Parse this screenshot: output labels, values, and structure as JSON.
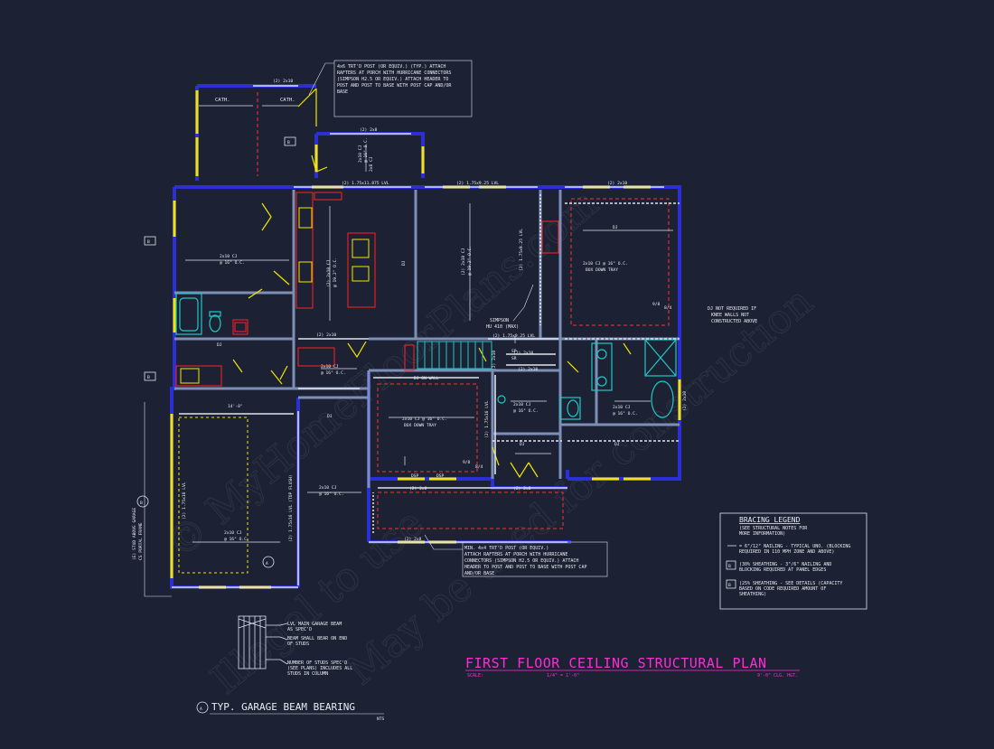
{
  "watermark": {
    "line1": "© MyHomeFloorPlans.com",
    "line2": "Illegal to use",
    "line3": "May be used for construction"
  },
  "title": {
    "main": "FIRST FLOOR CEILING STRUCTURAL PLAN",
    "scale_label": "SCALE:",
    "scale_value": "1/4\" = 1'-0\"",
    "ceiling_height": "9'-0\" CLG. HGT."
  },
  "legend": {
    "title": "BRACING LEGEND",
    "subtitle": [
      "(SEE STRUCTURAL NOTES FOR",
      "MORE INFORMATION)"
    ],
    "items": [
      {
        "marker": "",
        "lines": [
          "= 6\"/12\" NAILING - TYPICAL UNO. (BLOCKING",
          "REQUIRED IN 110 MPH ZONE AND ABOVE)"
        ]
      },
      {
        "marker": "B",
        "lines": [
          "(30% SHEATHING - 3\"/6\" NAILING AND",
          "BLOCKING REQUIRED AT PANEL EDGES"
        ]
      },
      {
        "marker": "B",
        "lines": [
          "(25% SHEATHING - SEE DETAILS (CAPACITY",
          "BASED ON CODE REQUIRED AMOUNT OF",
          "SHEATHING)"
        ]
      }
    ]
  },
  "detail": {
    "marker": "A",
    "title": "TYP. GARAGE BEAM BEARING",
    "scale": "NTS",
    "notes": [
      [
        "LVL MAIN GARAGE BEAM",
        "AS SPEC'D"
      ],
      [
        "BEAM SHALL BEAR ON END",
        "OF STUDS"
      ],
      [
        "NUMBER OF STUDS SPEC'D",
        "(SEE PLANS) INCLUDES ALL",
        "STUDS IN COLUMN"
      ]
    ]
  },
  "callouts": {
    "top_post": [
      "4x6 TRT'D POST (OR EQUIV.) (TYP.) ATTACH",
      "RAFTERS AT PORCH WITH HURRICANE CONNECTORS",
      "(SIMPSON H2.5 OR EQUIV.) ATTACH HEADER TO",
      "POST AND POST TO BASE WITH POST CAP AND/OR",
      "BASE"
    ],
    "bottom_post": [
      "MIN. 4x4 TRT'D POST (OR EQUIV.)",
      "ATTACH RAFTERS AT PORCH WITH HURRICANE",
      "CONNECTORS (SIMPSON H2.5 OR EQUIV.) ATTACH",
      "HEADER TO POST AND POST TO BASE WITH POST CAP",
      "AND/OR BASE"
    ],
    "dj_note": [
      "DJ NOT REQUIRED IF",
      "KNEE WALLS NOT",
      "CONSTRUCTED ABOVE"
    ],
    "simpson": [
      "SIMPSON",
      "HU 410 (MAX)"
    ],
    "portal": [
      "(E) STUD ABOVE GARAGE",
      "CS PORTAL FRAME"
    ]
  },
  "plan_labels": {
    "cath1": "CATH.",
    "cath2": "CATH.",
    "porch_top_hdr": "(2) 2x10",
    "porch_hdr": "(2) 2x8",
    "porch_cj": "2x8 CJ",
    "beam_lvl_1": "(2) 1.75x11.875 LVL",
    "beam_lvl_2": "(2) 1.75x9.25 LVL",
    "beam_lvl_3": "(2) 1.75x9.25 LVL",
    "beam_lvl_4": "(2) 1.75x9.25 LVL",
    "hdr_2x10_a": "(2) 2x10",
    "hdr_2x10_b": "(2) 2x10",
    "hdr_2x10_c": "(2) 2x10",
    "hdr_2x10_d": "(2) 2x10",
    "hdr_2x10_e": "(2) 2x10",
    "hdr_2x8_a": "(2) 2x8",
    "hdr_2x8_b": "(2) 2x8",
    "hdr_2x8_c": "(2) 2x8",
    "cj_1a": "2x10 CJ",
    "cj_1b": "@ 16\" O.C.",
    "cj_2a": "(2) 2x10 CJ",
    "cj_2b": "@ 19.2\" O.C.",
    "cj_3a": "(2) 2x10 CJ",
    "cj_3b": "@ 19.2\" O.C.",
    "cj_4a": "2x10 CJ @ 16\" O.C.",
    "cj_4b": "BOX DOWN TRAY",
    "cj_5a": "2x10 CJ @ 16\" O.C.",
    "cj_5b": "BOX DOWN TRAY",
    "cj_6a": "2x10 CJ",
    "cj_6b": "@ 16\" O.C.",
    "cj_7a": "2x10 CJ",
    "cj_7b": "@ 16\" O.C.",
    "cj_8a": "2x10 CJ",
    "cj_8b": "@ 16\" O.C.",
    "cj_9a": "2x10 CJ",
    "cj_9b": "@ 16\" O.C.",
    "cj_10a": "2x10 CJ",
    "cj_10b": "@ 16\" O.C.",
    "cj_11a": "2x10 CJ",
    "cj_11b": "@ 16\" O.C.",
    "dj_1": "DJ",
    "dj_2": "DJ",
    "dj_3": "DJ",
    "dj_4": "DJ",
    "dj_5": "DJ",
    "dj_6": "DJ",
    "dj_on_wall": "DJ ON WALL",
    "dsp_1": "DSP",
    "dsp_2": "DSP",
    "dim_garage": "14'-8\"",
    "garage_lvl_1": "(2) 1.75x16 LVL",
    "garage_lvl_2": "(2) 1.75x16 LVL (TOP FLUSH)",
    "garage_lvl_3": "(2) 1.75x16 LVL",
    "ratio_1": "9/8",
    "ratio_2": "8/4",
    "ratio_3": "9/8",
    "ratio_4": "8/4",
    "hdr_right_vert": "(2) 2x10",
    "stair_sp": "SP",
    "stair_sr": "SR",
    "grid_a": "A",
    "b_marker_1": "B",
    "b_marker_2": "B",
    "b_marker_3": "B",
    "b_marker_4": "B"
  },
  "colors": {
    "background": "#1c2233",
    "wall": "#2d2fd6",
    "framing": "#ffffff",
    "window": "#f2e600",
    "cabinet": "#ff2020",
    "fixture": "#1ec8c8",
    "title": "#ff2bd6"
  }
}
